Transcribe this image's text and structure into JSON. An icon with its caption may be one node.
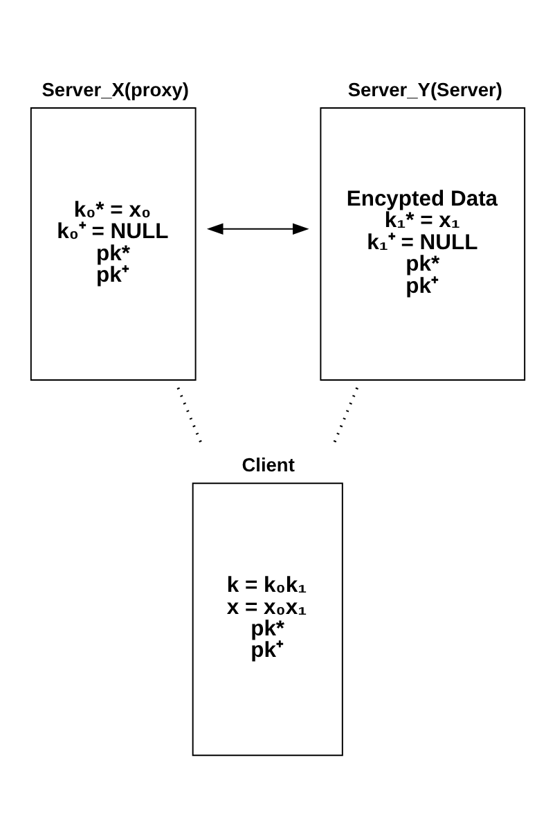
{
  "diagram": {
    "nodes": [
      {
        "text": [
          "Server_X(proxy)",
          "k₀* = x₀",
          "k₀⁺ = NULL",
          "pk*",
          "pk⁺"
        ]
      },
      {
        "text": [
          "Server_Y(Server)",
          "Encypted Data",
          "k₁* = x₁",
          "k₁⁺ = NULL",
          "pk*",
          "pk⁺"
        ]
      },
      {
        "text": [
          "Client",
          "k = k₀k₁",
          "x = x₀x₁",
          "pk*",
          "pk⁺"
        ]
      }
    ],
    "edges": [
      {
        "from": 0,
        "to": 1,
        "arrow": "both"
      },
      {
        "from": 0,
        "to": 2,
        "arrow": "none",
        "style": "dashed"
      },
      {
        "from": 1,
        "to": 2,
        "arrow": "none",
        "style": "dashed"
      }
    ]
  }
}
